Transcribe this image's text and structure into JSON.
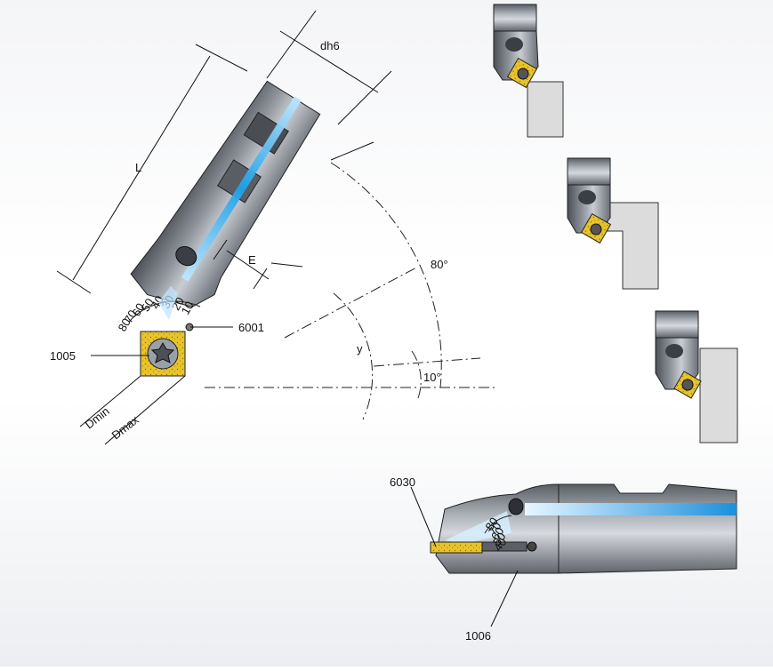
{
  "labels": {
    "dh6": "dh6",
    "L": "L",
    "E": "E",
    "angle_80": "80°",
    "angle_y": "y",
    "angle_10": "10°",
    "part_6001": "6001",
    "part_1005": "1005",
    "dmin": "Dmin",
    "dmax": "Dmax",
    "part_6030": "6030",
    "part_1006": "1006"
  },
  "scale_main": [
    "10",
    "20",
    "30",
    "40",
    "50",
    "60",
    "70",
    "80"
  ],
  "scale_side": [
    "80",
    "70",
    "60",
    "50",
    "40"
  ],
  "colors": {
    "coolant": "#1ea0e6",
    "insert": "#e8c42a",
    "steel_dark": "#5c5f66",
    "steel_light": "#b8bcc4",
    "wall": "#dcdcdc"
  }
}
